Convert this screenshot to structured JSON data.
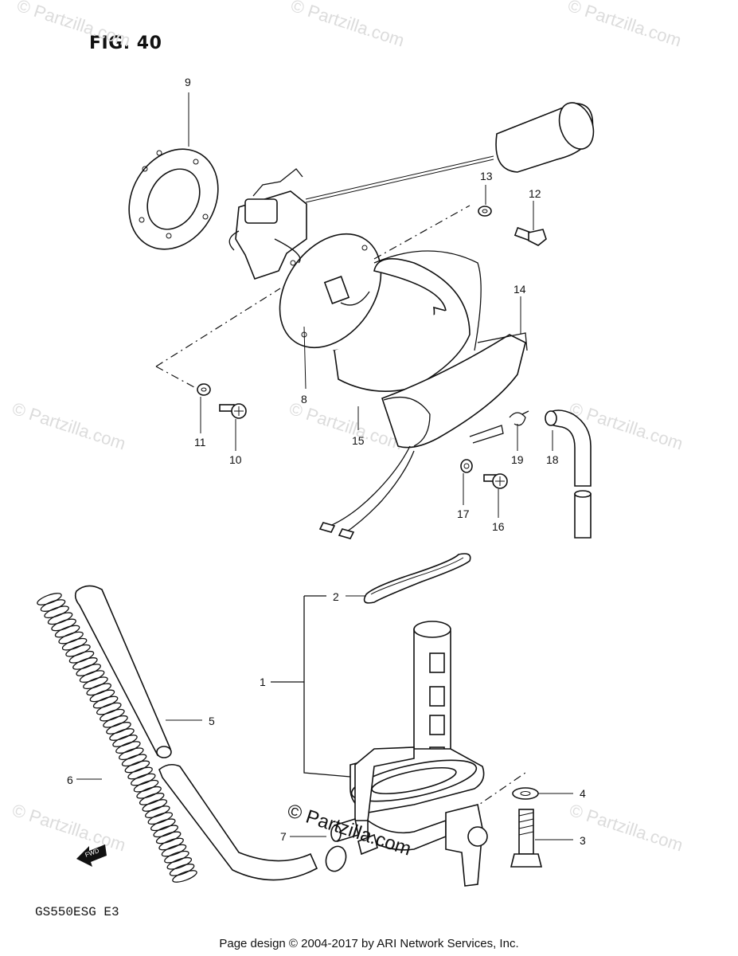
{
  "figure": {
    "title": "FIG. 40",
    "model_code": "GS550ESG  E3",
    "footer": "Page design © 2004-2017 by ARI Network Services, Inc."
  },
  "watermarks": {
    "faint": "© Partzilla.com",
    "overlay": "© Partzilla.com"
  },
  "callouts": [
    "1",
    "2",
    "3",
    "4",
    "5",
    "6",
    "7",
    "8",
    "9",
    "10",
    "11",
    "12",
    "13",
    "14",
    "15",
    "16",
    "17",
    "18",
    "19"
  ]
}
